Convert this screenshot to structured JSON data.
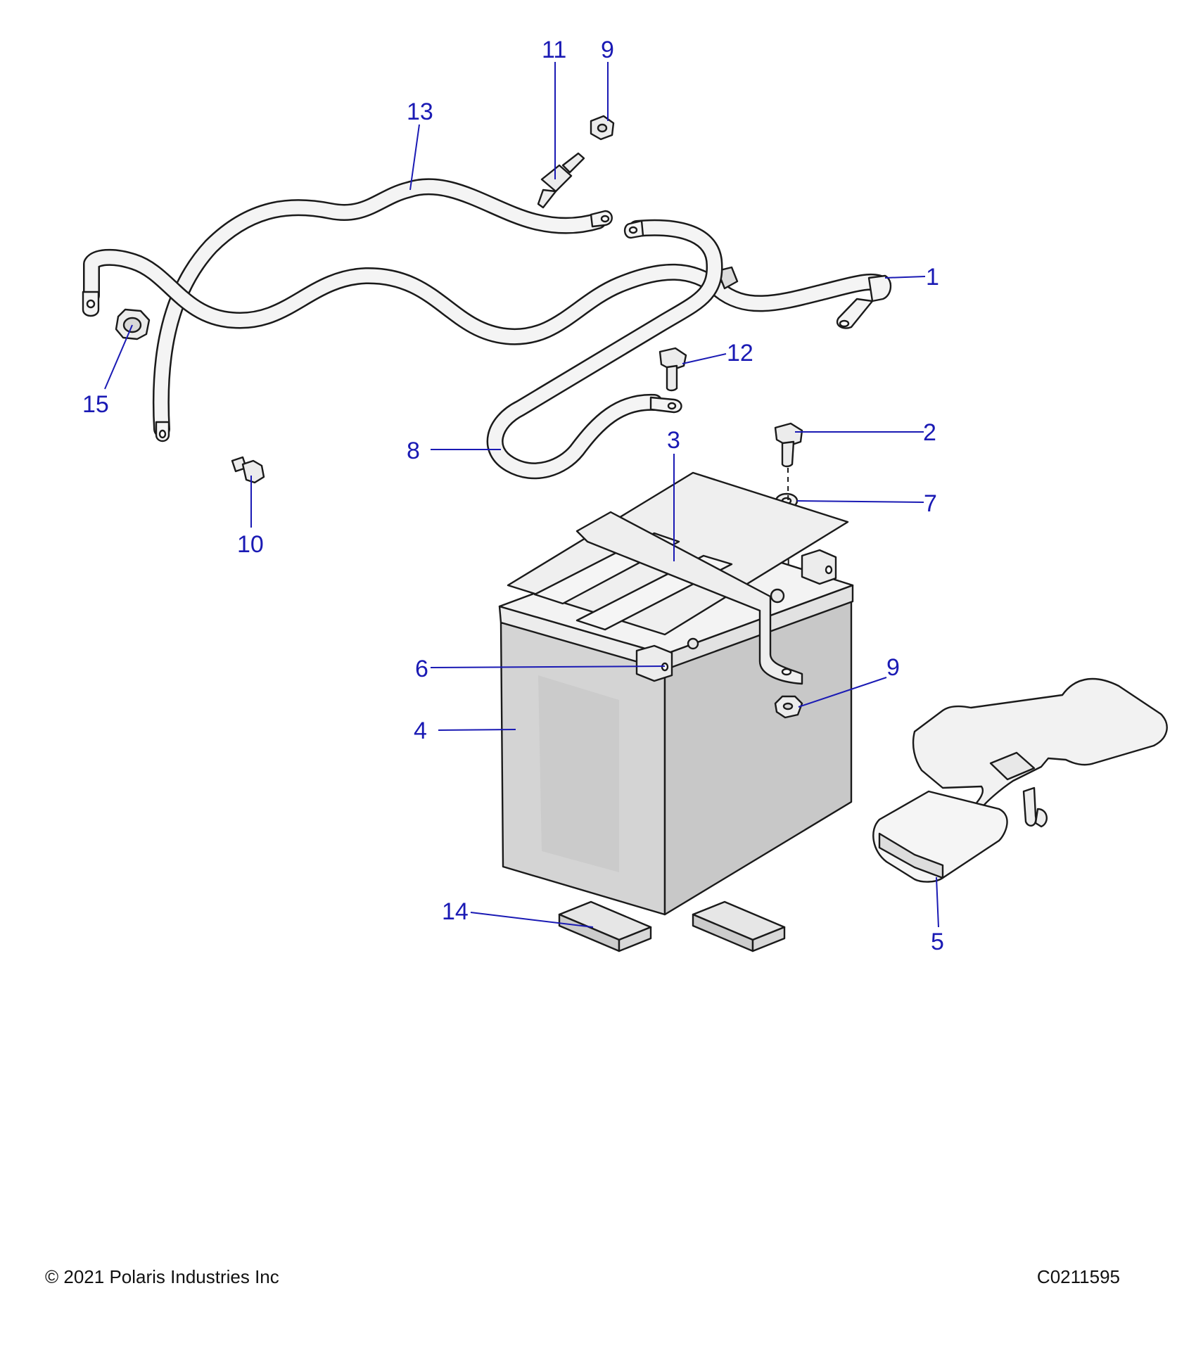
{
  "callouts": {
    "c1": "1",
    "c2": "2",
    "c3": "3",
    "c4": "4",
    "c5": "5",
    "c6": "6",
    "c7": "7",
    "c8": "8",
    "c9a": "9",
    "c9b": "9",
    "c10": "10",
    "c11": "11",
    "c12": "12",
    "c13": "13",
    "c14": "14",
    "c15": "15"
  },
  "footer": {
    "copyright": "© 2021 Polaris Industries Inc",
    "figure_code": "C0211595"
  }
}
